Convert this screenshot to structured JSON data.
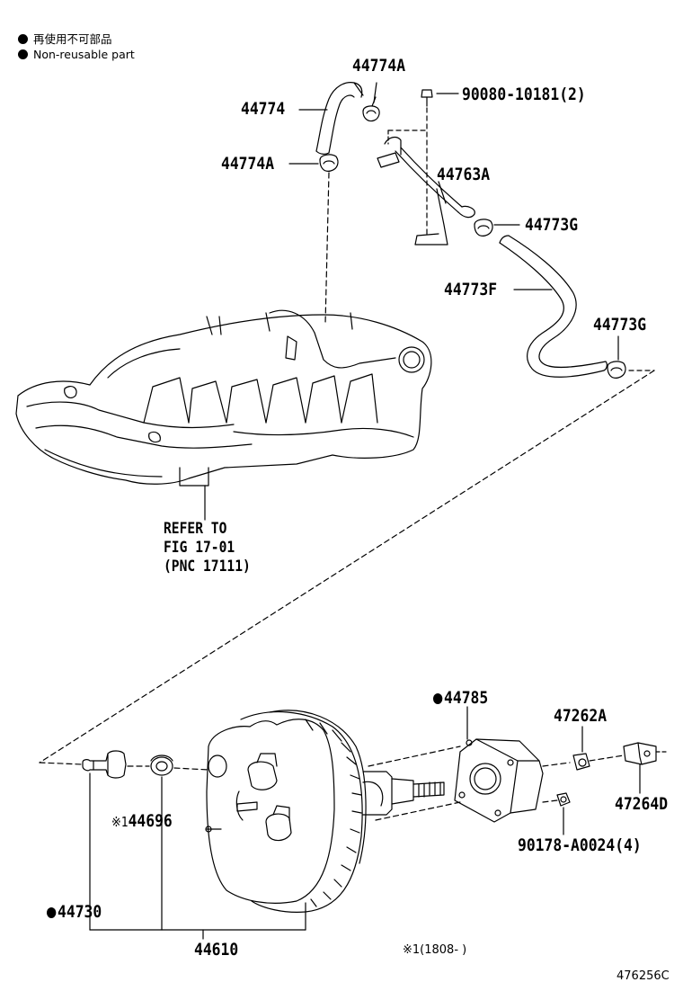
{
  "legend": [
    {
      "text": "再使用不可部品"
    },
    {
      "text": "Non-reusable part"
    }
  ],
  "labels": {
    "p44774A_top": "44774A",
    "p44774": "44774",
    "p90080": "90080-10181(2)",
    "p44774A_mid": "44774A",
    "p44763A": "44763A",
    "p44773G_top": "44773G",
    "p44773F": "44773F",
    "p44773G_right": "44773G",
    "p44785": "44785",
    "p47262A": "47262A",
    "p44696": "44696",
    "p47264D": "47264D",
    "p90178": "90178-A0024(4)",
    "p44730": "44730",
    "p44610": "44610"
  },
  "refer": {
    "line1": "REFER TO",
    "line2": "FIG 17-01",
    "line3": "(PNC 17111)"
  },
  "marks": {
    "asterisk": "※1",
    "footnote": "※1(1808-      )"
  },
  "figure_id": "476256C"
}
